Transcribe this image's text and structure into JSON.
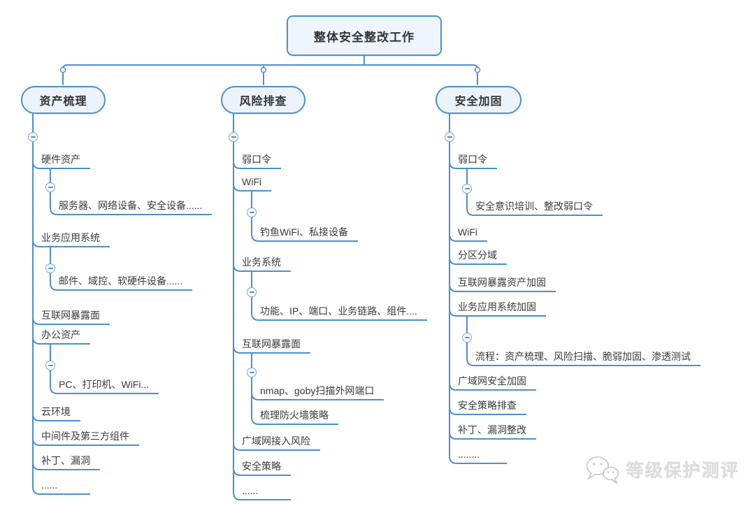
{
  "root": {
    "label": "整体安全整改工作"
  },
  "branches": [
    {
      "label": "资产梳理",
      "children": [
        {
          "label": "硬件资产",
          "children": [
            {
              "label": "服务器、网络设备、安全设备......"
            }
          ]
        },
        {
          "label": "业务应用系统",
          "children": [
            {
              "label": "邮件、域控、软硬件设备......"
            }
          ]
        },
        {
          "label": "互联网暴露面"
        },
        {
          "label": "办公资产",
          "children": [
            {
              "label": "PC、打印机、WiFi..."
            }
          ]
        },
        {
          "label": "云环境"
        },
        {
          "label": "中间件及第三方组件"
        },
        {
          "label": "补丁、漏洞"
        },
        {
          "label": "......"
        }
      ]
    },
    {
      "label": "风险排查",
      "children": [
        {
          "label": "弱口令"
        },
        {
          "label": "WiFi",
          "children": [
            {
              "label": "钓鱼WiFi、私接设备"
            }
          ]
        },
        {
          "label": "业务系统",
          "children": [
            {
              "label": "功能、IP、端口、业务链路、组件...."
            }
          ]
        },
        {
          "label": "互联网暴露面",
          "children": [
            {
              "label": "nmap、goby扫描外网端口"
            },
            {
              "label": "梳理防火墙策略"
            }
          ]
        },
        {
          "label": "广域网接入风险"
        },
        {
          "label": "安全策略"
        },
        {
          "label": "......"
        }
      ]
    },
    {
      "label": "安全加固",
      "children": [
        {
          "label": "弱口令",
          "children": [
            {
              "label": "安全意识培训、整改弱口令"
            }
          ]
        },
        {
          "label": "WiFi"
        },
        {
          "label": "分区分域"
        },
        {
          "label": "互联网暴露资产加固"
        },
        {
          "label": "业务应用系统加固",
          "children": [
            {
              "label": "流程：资产梳理、风险扫描、脆弱加固、渗透测试"
            }
          ]
        },
        {
          "label": "广域网安全加固"
        },
        {
          "label": "安全策略排查"
        },
        {
          "label": "补丁、漏洞整改"
        },
        {
          "label": "........"
        }
      ]
    }
  ],
  "watermark": {
    "label": "等级保护测评"
  },
  "icons": {
    "collapse": "minus-circle",
    "watermark": "wechat-bubbles"
  },
  "colors": {
    "line": "#4a8fd3",
    "node_fill": "#ecf3fb",
    "text": "#3a3a3a",
    "watermark": "#dcdcdc"
  }
}
